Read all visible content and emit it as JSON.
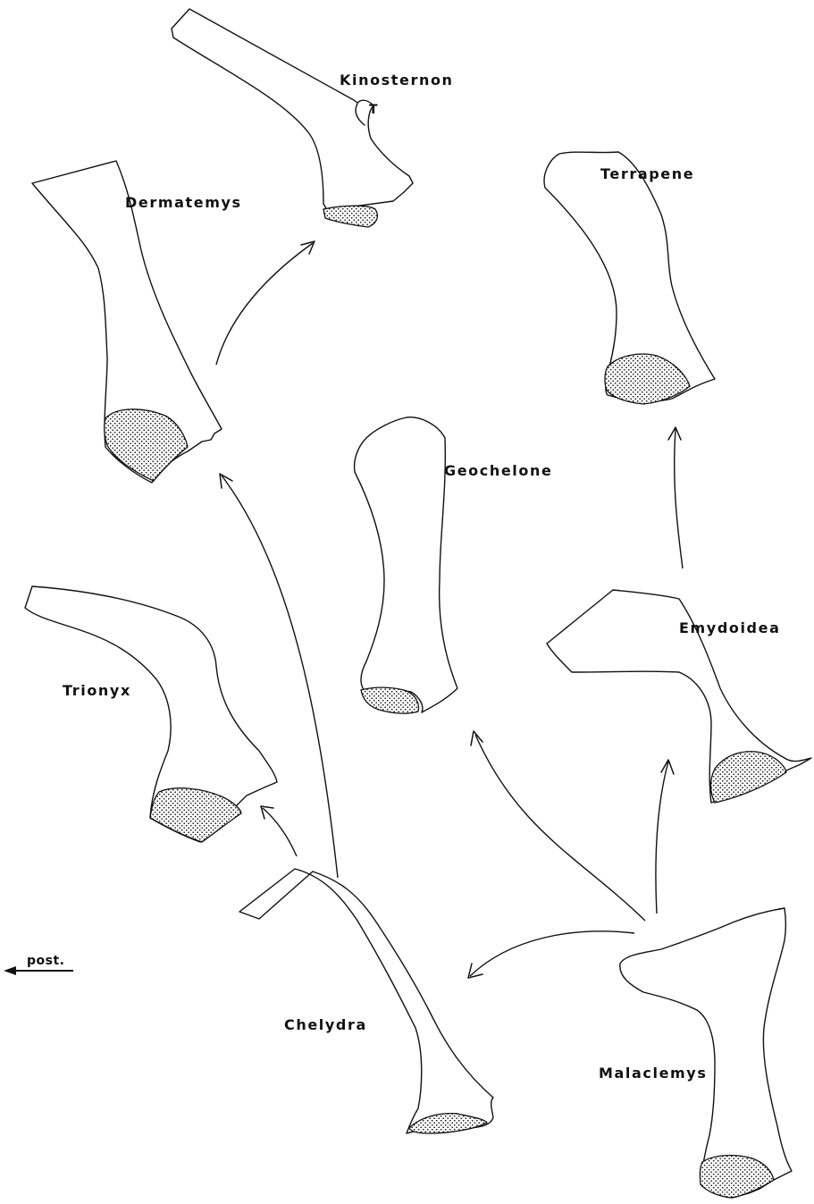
{
  "specimens": {
    "kinosternon": "Kinosternon",
    "kinosternon_marker": "T",
    "terrapene": "Terrapene",
    "dermatemys": "Dermatemys",
    "geochelone": "Geochelone",
    "emydoidea": "Emydoidea",
    "trionyx": "Trionyx",
    "chelydra": "Chelydra",
    "malaclemys": "Malaclemys"
  },
  "orientation": {
    "label": "post."
  },
  "colors": {
    "ink": "#111111",
    "background": "#ffffff"
  }
}
